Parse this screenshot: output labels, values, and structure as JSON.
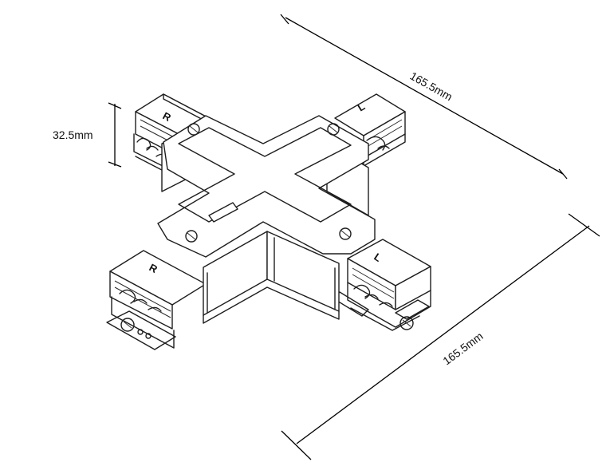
{
  "dimensions": {
    "length_top": "165.5mm",
    "length_bottom": "165.5mm",
    "height": "32.5mm"
  },
  "arm_markings": {
    "top_left": "R",
    "top_right": "L",
    "bottom_left": "R",
    "bottom_right": "L"
  }
}
